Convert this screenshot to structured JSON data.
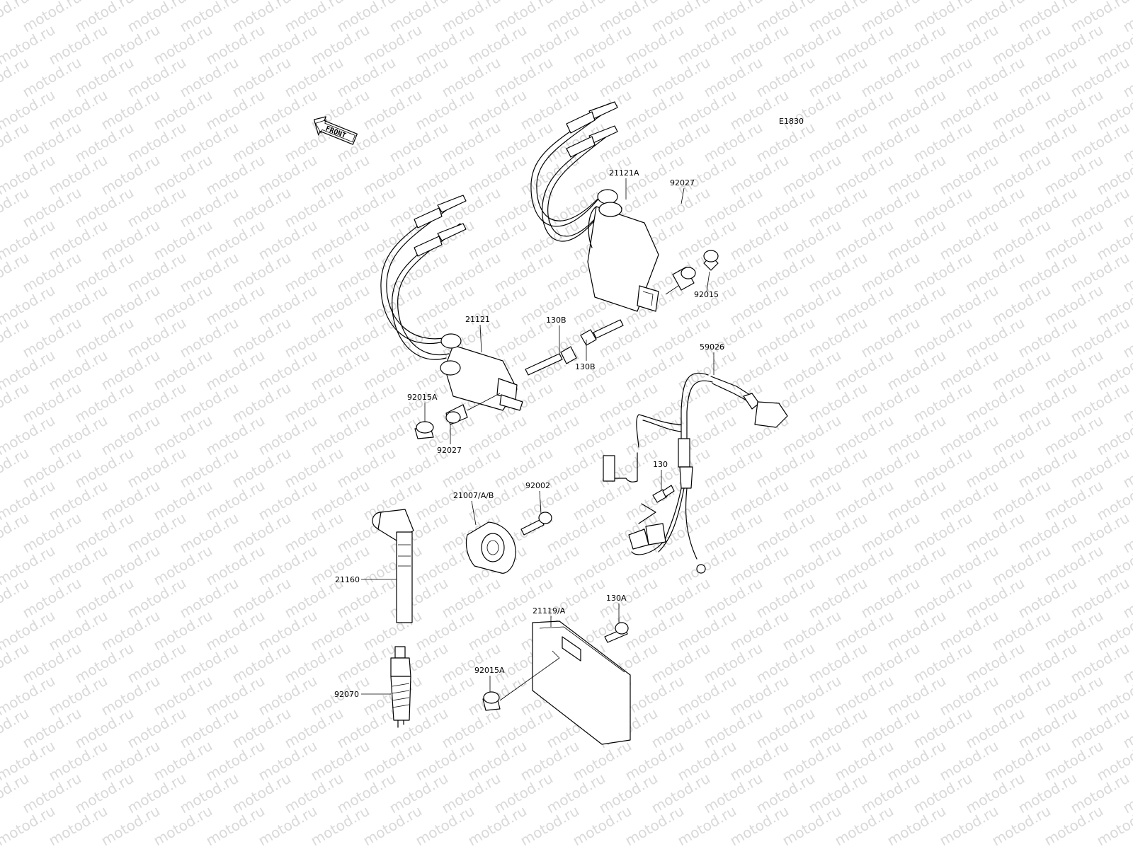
{
  "diagram": {
    "code": "E1830",
    "direction_label": "FRONT",
    "watermark": "motod.ru",
    "labels": [
      {
        "id": "21121A",
        "text": "21121A"
      },
      {
        "id": "92027-top",
        "text": "92027"
      },
      {
        "id": "92015",
        "text": "92015"
      },
      {
        "id": "21121",
        "text": "21121"
      },
      {
        "id": "130B-top",
        "text": "130B"
      },
      {
        "id": "130B-bottom",
        "text": "130B"
      },
      {
        "id": "59026",
        "text": "59026"
      },
      {
        "id": "92015A-top",
        "text": "92015A"
      },
      {
        "id": "92027-bottom",
        "text": "92027"
      },
      {
        "id": "130",
        "text": "130"
      },
      {
        "id": "92002",
        "text": "92002"
      },
      {
        "id": "21007AB",
        "text": "21007/A/B"
      },
      {
        "id": "21160",
        "text": "21160"
      },
      {
        "id": "130A",
        "text": "130A"
      },
      {
        "id": "21119A",
        "text": "21119/A"
      },
      {
        "id": "92015A-bottom",
        "text": "92015A"
      },
      {
        "id": "92070",
        "text": "92070"
      }
    ]
  }
}
